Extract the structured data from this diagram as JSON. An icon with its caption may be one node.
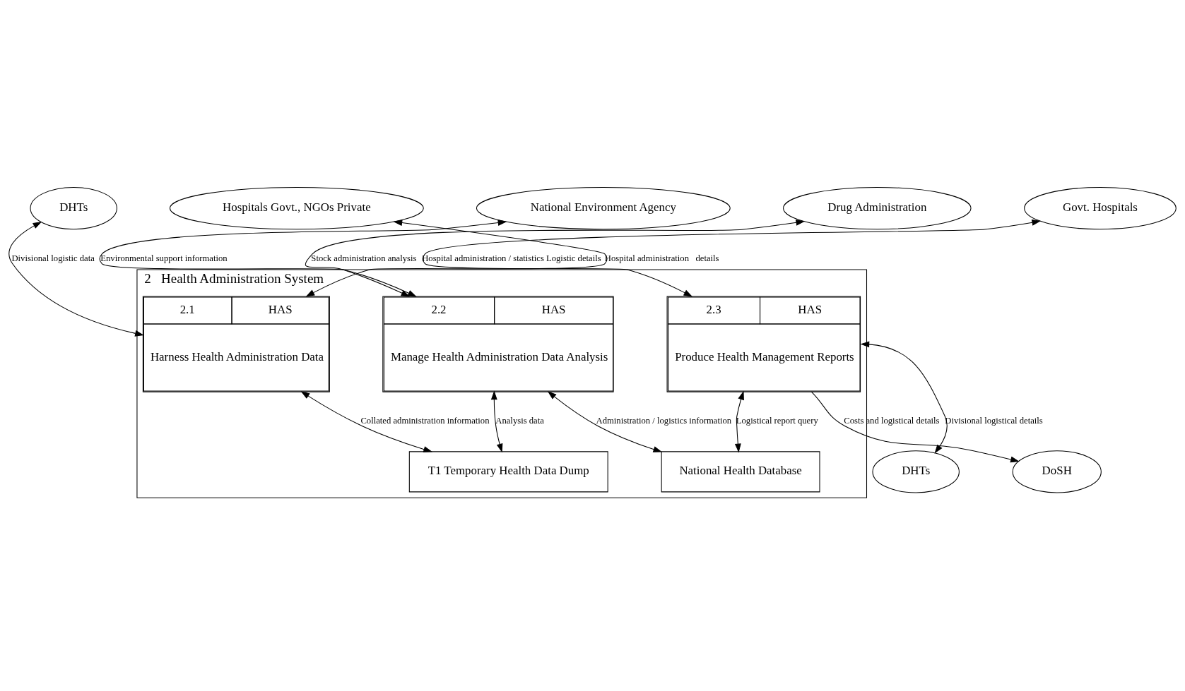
{
  "diagram": {
    "nodes": [
      {
        "text": [
          "National Environment Agency"
        ]
      },
      {
        "text": [
          "Drug Administration"
        ]
      },
      {
        "text": [
          "Hospitals Govt., NGOs Private"
        ]
      },
      {
        "text": [
          "Govt. Hospitals"
        ]
      },
      {
        "text": [
          "DHTs"
        ]
      },
      {
        "text": [
          "DHTs"
        ]
      },
      {
        "text": [
          "DoSH"
        ]
      },
      {
        "text": [
          "2",
          "Health Administration System"
        ]
      },
      {
        "text": [
          "2.1",
          "HAS",
          "Harness Health Administration Data"
        ],
        "in": 7
      },
      {
        "text": [
          "2.2",
          "HAS",
          "Manage Health Administration Data Analysis"
        ],
        "in": 7
      },
      {
        "text": [
          "2.3",
          "HAS",
          "Produce Health Management Reports"
        ],
        "in": 7
      },
      {
        "text": [
          "T1 Temporary Health Data Dump"
        ],
        "in": 7
      },
      {
        "text": [
          "National Health Database"
        ],
        "in": 7
      }
    ],
    "edges": [
      {
        "from": 9,
        "to": 0,
        "arrow": "both",
        "label": "Environmental support information"
      },
      {
        "from": 9,
        "to": 1,
        "arrow": "both",
        "label": "Stock administration analysis"
      },
      {
        "from": 8,
        "to": 2,
        "arrow": "both",
        "label": "Hospital administration   details"
      },
      {
        "from": 10,
        "to": 3,
        "arrow": "both",
        "label": "Hospital administration / statistics Logistic details"
      },
      {
        "from": 4,
        "to": 8,
        "arrow": "both",
        "label": "Divisional logistic data"
      },
      {
        "from": 10,
        "to": 5,
        "arrow": "both",
        "label": "Divisional logistical details"
      },
      {
        "from": 10,
        "to": 6,
        "arrow": "to",
        "label": "Costs and logistical details"
      },
      {
        "from": 8,
        "to": 11,
        "arrow": "both",
        "label": "Collated administration information"
      },
      {
        "from": 11,
        "to": 9,
        "arrow": "both",
        "label": "Analysis data"
      },
      {
        "from": 9,
        "to": 12,
        "arrow": "both",
        "label": "Administration / logistics information"
      },
      {
        "from": 10,
        "to": 12,
        "arrow": "both",
        "label": "Logistical report query"
      }
    ]
  }
}
